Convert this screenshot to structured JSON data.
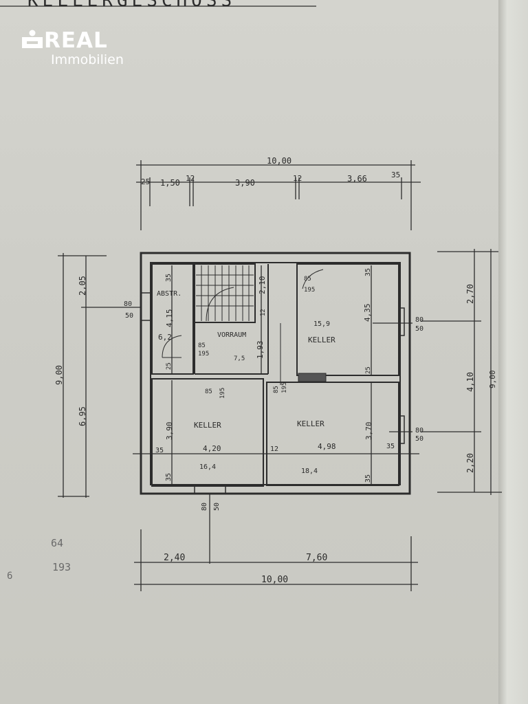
{
  "logo": {
    "brand": "REAL",
    "sub": "Immobilien",
    "icon": "s-bank-icon"
  },
  "header_text": "KELLERGESCHOSS",
  "dimensions": {
    "top_total": "10,00",
    "top_segments": [
      "25",
      "1,50",
      "12",
      "3,90",
      "12",
      "3,66",
      "35"
    ],
    "bottom_segments": [
      "2,40",
      "7,60"
    ],
    "bottom_total": "10,00",
    "left_total": "9,00",
    "left_sub": "6,95",
    "left_top": "2,05",
    "right_total": "9,00",
    "right_segments": [
      "2,70",
      "4,10",
      "2,20"
    ],
    "bottom_window": [
      "80",
      "50"
    ],
    "left_window": [
      "80",
      "50"
    ],
    "right_window_upper": [
      "80",
      "50"
    ],
    "right_window_lower": [
      "80",
      "50"
    ]
  },
  "rooms": {
    "abstr": {
      "name": "ABSTR.",
      "dims": [
        "35",
        "4,15",
        "25"
      ],
      "note": "6,2"
    },
    "vorraum": {
      "name": "VORRAUM",
      "dims": [
        "2,10",
        "12",
        "1,93"
      ],
      "door": [
        "85",
        "195"
      ],
      "area": "7,5"
    },
    "keller_ne": {
      "name": "KELLER",
      "area": "15,9",
      "dims": [
        "35",
        "4,35",
        "25"
      ],
      "door": [
        "85",
        "195"
      ]
    },
    "keller_sw": {
      "name": "KELLER",
      "area": "16,4",
      "dims": [
        "3,90",
        "35",
        "4,20",
        "35"
      ],
      "door": [
        "85",
        "195"
      ]
    },
    "keller_se": {
      "name": "KELLER",
      "area": "18,4",
      "dims": [
        "3,70",
        "12",
        "4,98",
        "35",
        "35"
      ],
      "door": [
        "85",
        "195"
      ]
    }
  },
  "margin_notes": [
    "64",
    "193",
    "6"
  ]
}
